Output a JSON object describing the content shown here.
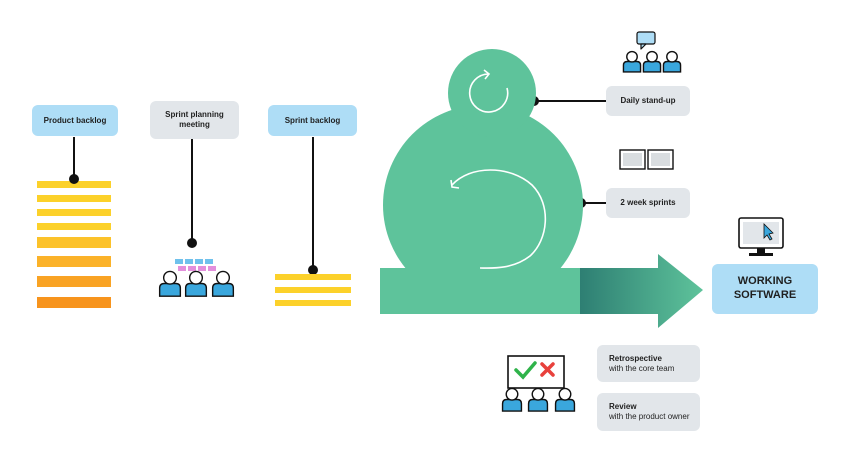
{
  "labels": {
    "product_backlog": "Product backlog",
    "sprint_planning_line1": "Sprint planning",
    "sprint_planning_line2": "meeting",
    "sprint_backlog": "Sprint backlog",
    "daily_standup": "Daily stand-up",
    "two_week_sprints": "2 week sprints",
    "working_line1": "WORKING",
    "working_line2": "SOFTWARE",
    "retrospective_title": "Retrospective",
    "retrospective_sub": "with the core team",
    "review_title": "Review",
    "review_sub": "with the product owner"
  },
  "colors": {
    "green": "#5ec39b",
    "blue_box": "#aeddf6",
    "grey_box": "#e2e6ea",
    "person": "#3aa7dd",
    "backlog_yellow": "#fcd12a",
    "backlog_orange": "#f7941d",
    "check": "#2fb34a",
    "cross": "#e8413c",
    "line": "#111111"
  },
  "icons": [
    "speech-bubble-icon",
    "monitor-icon",
    "cursor-icon",
    "checkmark-icon",
    "cross-icon",
    "person-icon"
  ]
}
